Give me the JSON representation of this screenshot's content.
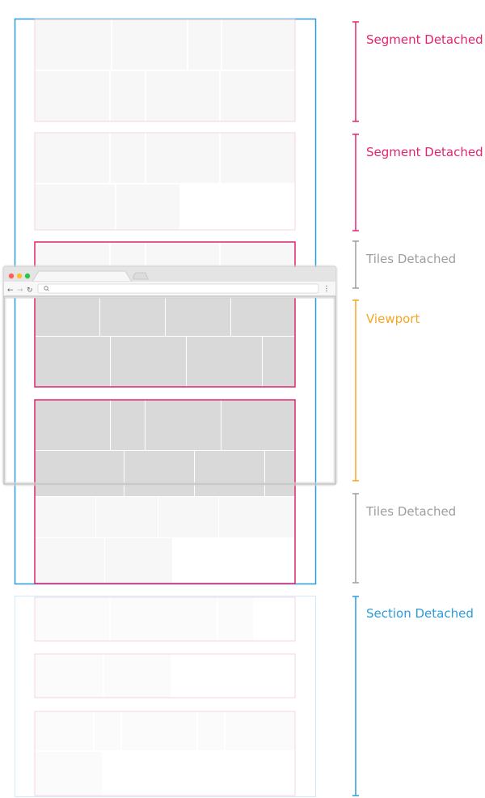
{
  "labels": {
    "segment_detached_1": "Segment Detached",
    "segment_detached_2": "Segment Detached",
    "tiles_detached_top": "Tiles Detached",
    "viewport": "Viewport",
    "tiles_detached_bottom": "Tiles Detached",
    "section_detached": "Section Detached"
  },
  "colors": {
    "segment": "#e2246f",
    "segment_faint": "#f4d6e2",
    "viewport": "#f5a623",
    "tiles": "#9e9e9e",
    "section": "#2b9cdc",
    "section_faint": "#d3e9f7",
    "browser_close": "#ff5f57",
    "browser_minimize": "#ffbd2e",
    "browser_maximize": "#28c840"
  },
  "browser": {
    "back_icon": "back-arrow-icon",
    "forward_icon": "forward-arrow-icon",
    "reload_icon": "reload-icon",
    "search_icon": "search-icon",
    "menu_icon": "menu-dots-icon"
  }
}
